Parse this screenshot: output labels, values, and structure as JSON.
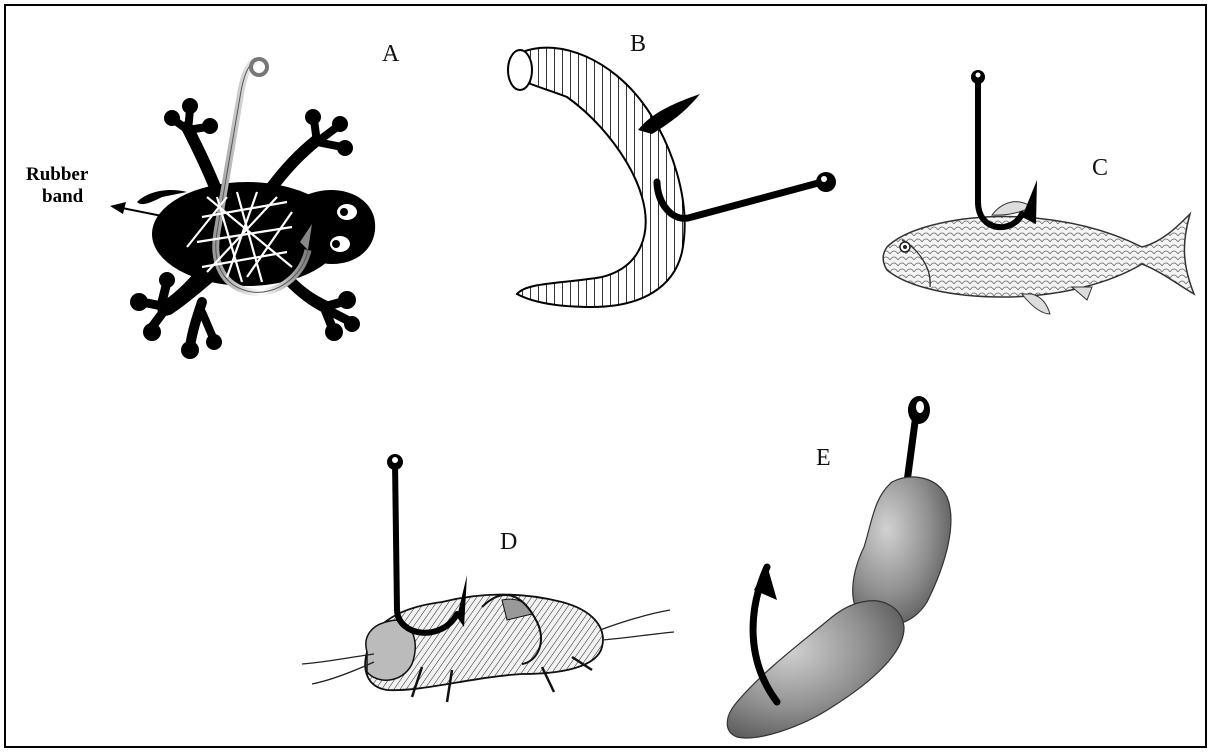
{
  "panels": {
    "a": {
      "label": "A",
      "callout_line1": "Rubber",
      "callout_line2": "band"
    },
    "b": {
      "label": "B"
    },
    "c": {
      "label": "C"
    },
    "d": {
      "label": "D"
    },
    "e": {
      "label": "E"
    }
  },
  "colors": {
    "ink": "#000000",
    "background": "#ffffff",
    "plastic": "#8a8a8a",
    "rubber_band": "#ffffff"
  },
  "icons": [
    "frog-bait-illustration",
    "worm-bait-illustration",
    "fish-bait-illustration",
    "cricket-bait-illustration",
    "plastic-lure-illustration",
    "fishing-hook-icon"
  ]
}
